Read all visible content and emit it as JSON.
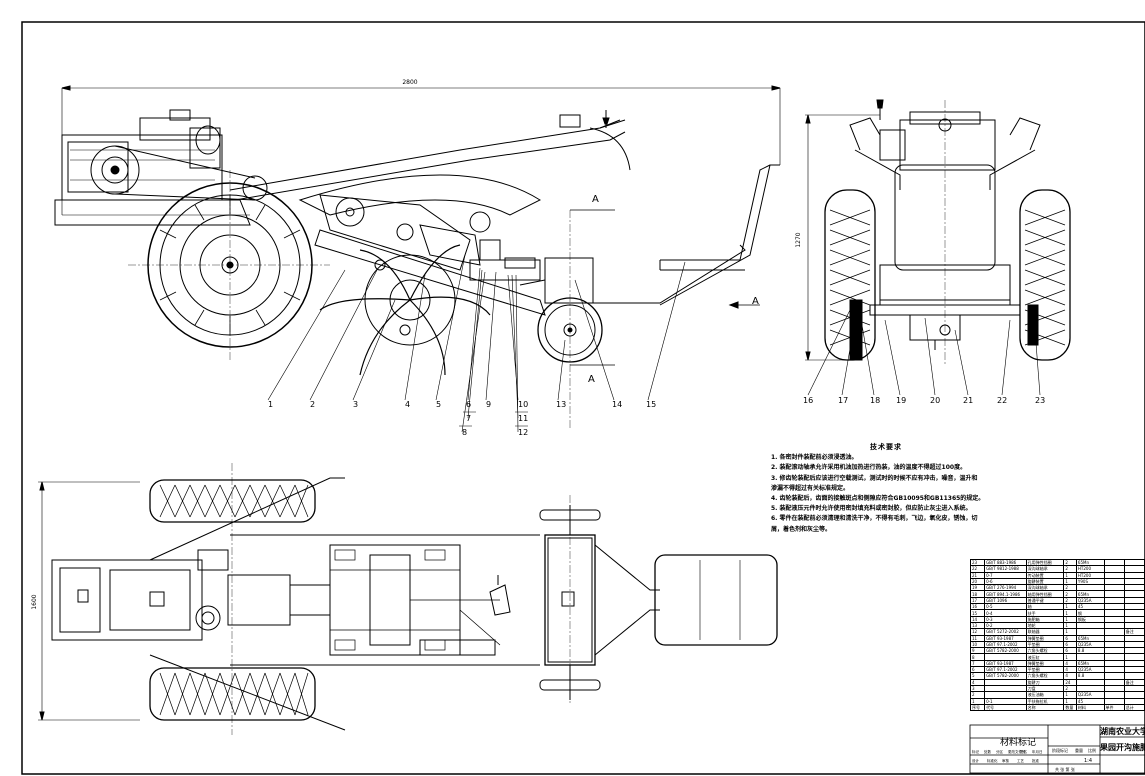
{
  "dimensions": {
    "side_length": "2800",
    "side_height": "1270",
    "plan_width": "1600"
  },
  "section": {
    "mark": "A"
  },
  "callouts": [
    "1",
    "2",
    "3",
    "4",
    "5",
    "6",
    "7",
    "8",
    "9",
    "10",
    "11",
    "12",
    "13",
    "14",
    "15",
    "16",
    "17",
    "18",
    "19",
    "20",
    "21",
    "22",
    "23"
  ],
  "tech_requirements": {
    "title": "技术要求",
    "items": [
      "1. 各密封件装配前必须浸透油。",
      "2. 装配滚动轴承允许采用机油加热进行热装，油的温度不得超过100度。",
      "3. 修齿轮装配后应该进行空载测试，测试时的时候不应有冲击，噪音，温升和",
      "渗漏不得超过有关标准规定。",
      "4. 齿轮装配后，齿面的接触斑点和侧隙应符合GB10095和GB11365的规定。",
      "5. 装配液压元件时允许使用密封填充料或密封胶，但应防止灰尘进入系统。",
      "6. 零件在装配前必须清理和清洗干净，不得有毛刺，飞边，氧化皮，锈蚀，切",
      "屑，着色剂和灰尘等。"
    ]
  },
  "bill_of_materials": {
    "rows": [
      [
        "23",
        "GB/T 883-1986",
        "孔用弹性挡圈",
        "2",
        "65Mn"
      ],
      [
        "22",
        "GB/T 9812-1988",
        "深沟球轴承",
        "2",
        "HT200"
      ],
      [
        "21",
        "0-7",
        "传动装置",
        "1",
        "HT200"
      ],
      [
        "20",
        "0-6",
        "旋耕装置",
        "1",
        "Y90S"
      ],
      [
        "19",
        "GB/T 276-1994",
        "深沟球轴承",
        "2",
        ""
      ],
      [
        "18",
        "GB/T 894.1-1986",
        "轴用弹性挡圈",
        "2",
        "65Mn"
      ],
      [
        "17",
        "GB/T 1096",
        "普通平键",
        "2",
        "Q235A"
      ],
      [
        "16",
        "0-5",
        "轴",
        "1",
        "45"
      ],
      [
        "15",
        "0-4",
        "扶手",
        "1",
        "钢"
      ],
      [
        "14",
        "0-3",
        "施肥箱",
        "1",
        "钢板"
      ],
      [
        "13",
        "0-2",
        "地轮",
        "1",
        ""
      ],
      [
        "12",
        "GB/T 5272-2002",
        "联轴器",
        "1",
        ""
      ],
      [
        "11",
        "GB/T 93-1987",
        "弹簧垫圈",
        "6",
        "65Mn"
      ],
      [
        "10",
        "GB/T 97.1-2002",
        "平垫圈",
        "6",
        "Q235A"
      ],
      [
        "9",
        "GB/T 5782-2000",
        "六角头螺栓",
        "6",
        "8.8"
      ],
      [
        "8",
        "",
        "液压缸",
        "1",
        ""
      ],
      [
        "7",
        "GB/T 93-1987",
        "弹簧垫圈",
        "4",
        "65Mn"
      ],
      [
        "6",
        "GB/T 97.1-2002",
        "平垫圈",
        "4",
        "Q235A"
      ],
      [
        "5",
        "GB/T 5782-2000",
        "六角头螺栓",
        "4",
        "8.8"
      ],
      [
        "4",
        "",
        "旋耕刀",
        "24",
        ""
      ],
      [
        "3",
        "",
        "刀盘",
        "2",
        ""
      ],
      [
        "2",
        "",
        "液压油箱",
        "1",
        "Q235A"
      ],
      [
        "1",
        "0-1",
        "手扶拖拉机",
        "1",
        "45"
      ],
      [
        "序号",
        "代号",
        "名称",
        "数量",
        "材料"
      ]
    ],
    "right_labels": [
      "备注",
      "单件",
      "总计",
      "重量"
    ]
  },
  "title_block": {
    "material_mark": "材料标记",
    "organization": "湖南农业大学",
    "drawing_name": "果园开沟施肥机",
    "scale": "1:4",
    "stage_label": "阶段标记",
    "weight_label": "重量",
    "scale_label": "比例",
    "sheet_info": "共  张  第  张",
    "designer_row": [
      "设计",
      "标准化",
      "审核",
      "工艺",
      "批准"
    ],
    "change_row": [
      "标记",
      "处数",
      "分区",
      "更改文件号",
      "签名",
      "年月日"
    ]
  }
}
